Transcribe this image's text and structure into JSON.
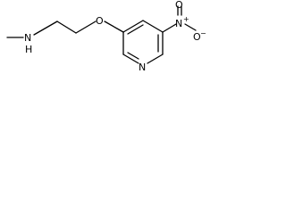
{
  "structure": {
    "atoms": {
      "methylamine_n": "N",
      "methylamine_h": "H",
      "ether_o": "O",
      "pyridine_n": "N",
      "nitro_n": "N",
      "nitro_plus": "+",
      "nitro_o_double": "O",
      "nitro_o_single": "O",
      "nitro_minus": "−"
    }
  },
  "colors": {
    "bond": "#000000",
    "background": "#ffffff"
  }
}
